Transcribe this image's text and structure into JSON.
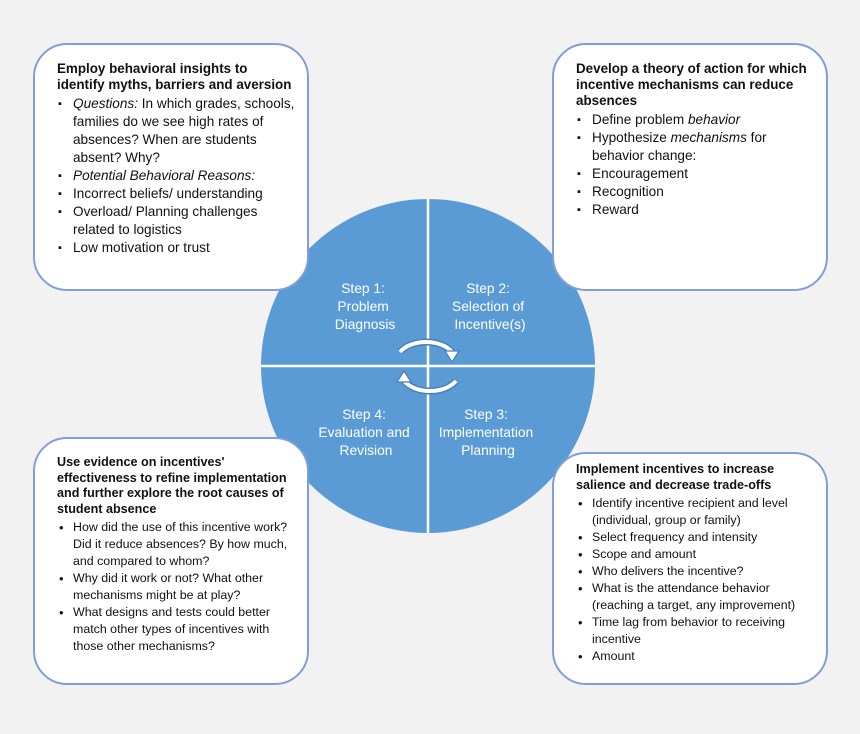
{
  "colors": {
    "background": "#f2f2f2",
    "box_border": "#7f9fd6",
    "circle_fill": "#5b9bd5",
    "divider": "#ffffff",
    "step_text": "#ffffff"
  },
  "steps": [
    {
      "lines": [
        "Step 1:",
        "Problem",
        "Diagnosis"
      ]
    },
    {
      "lines": [
        "Step 2:",
        "Selection of",
        "Incentive(s)"
      ]
    },
    {
      "lines": [
        "Step 3:",
        "Implementation",
        "Planning"
      ]
    },
    {
      "lines": [
        "Step 4:",
        "Evaluation and",
        "Revision"
      ]
    }
  ],
  "boxes": {
    "top_left": {
      "title": "Employ behavioral insights to identify myths, barriers and aversion",
      "items": [
        {
          "lead": "Questions:",
          "text": " In which grades, schools, families do we see high rates of absences? When are students absent? Why?"
        },
        {
          "lead": "Potential Behavioral Reasons:",
          "text": ""
        },
        {
          "lead": "",
          "text": "Incorrect beliefs/ understanding"
        },
        {
          "lead": "",
          "text": "Overload/ Planning challenges related to logistics"
        },
        {
          "lead": "",
          "text": "Low motivation or trust"
        }
      ]
    },
    "top_right": {
      "title": "Develop a theory of action for which incentive mechanisms can reduce absences",
      "items": [
        {
          "text": "Define problem ",
          "tail": "behavior",
          "rest": ""
        },
        {
          "text": "Hypothesize ",
          "tail": "mechanisms",
          "rest": " for behavior change:"
        },
        {
          "text": "Encouragement",
          "tail": "",
          "rest": ""
        },
        {
          "text": "Recognition",
          "tail": "",
          "rest": ""
        },
        {
          "text": "Reward",
          "tail": "",
          "rest": ""
        }
      ]
    },
    "bottom_left": {
      "title": "Use evidence on incentives' effectiveness to refine implementation and further explore the root causes of student absence",
      "items": [
        "How did the use of this incentive work? Did it reduce absences? By how much, and compared to whom?",
        "Why did it work or not? What other mechanisms might be at play?",
        "What designs and tests could better match other types of incentives with those other mechanisms?"
      ]
    },
    "bottom_right": {
      "title": "Implement incentives to increase salience and decrease trade-offs",
      "items": [
        "Identify incentive recipient and level (individual, group or family)",
        "Select frequency and intensity",
        "Scope and amount",
        "Who delivers the incentive?",
        "What is the attendance behavior (reaching a target, any improvement)",
        "Time lag from behavior to receiving incentive",
        "Amount"
      ]
    }
  }
}
